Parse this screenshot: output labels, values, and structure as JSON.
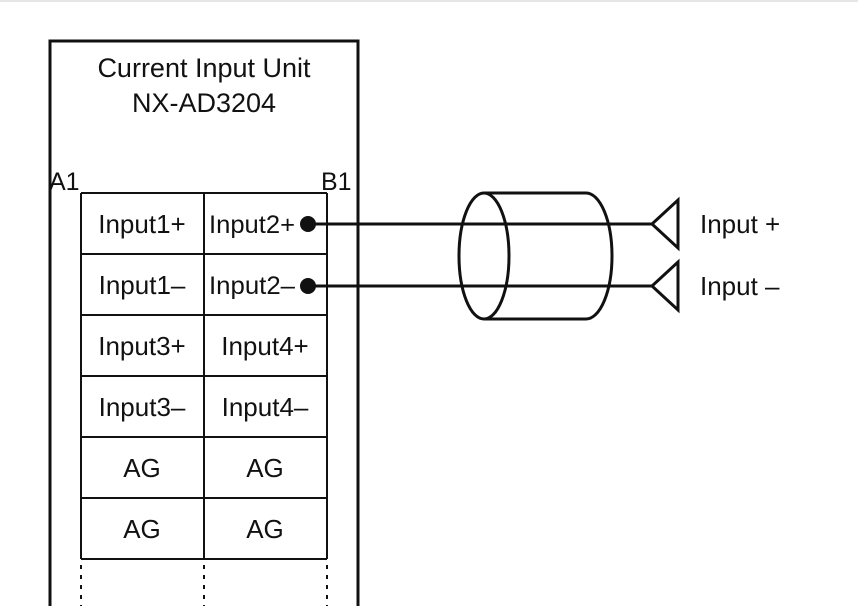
{
  "unit": {
    "title_line1": "Current Input Unit",
    "title_line2": "NX-AD3204",
    "corner_left": "A1",
    "corner_right": "B1"
  },
  "terminals": {
    "rows": [
      {
        "left": "Input1+",
        "right": "Input2+"
      },
      {
        "left": "Input1–",
        "right": "Input2–"
      },
      {
        "left": "Input3+",
        "right": "Input4+"
      },
      {
        "left": "Input3–",
        "right": "Input4–"
      },
      {
        "left": "AG",
        "right": "AG"
      },
      {
        "left": "AG",
        "right": "AG"
      }
    ]
  },
  "external": {
    "input_plus": "Input +",
    "input_minus": "Input –"
  }
}
